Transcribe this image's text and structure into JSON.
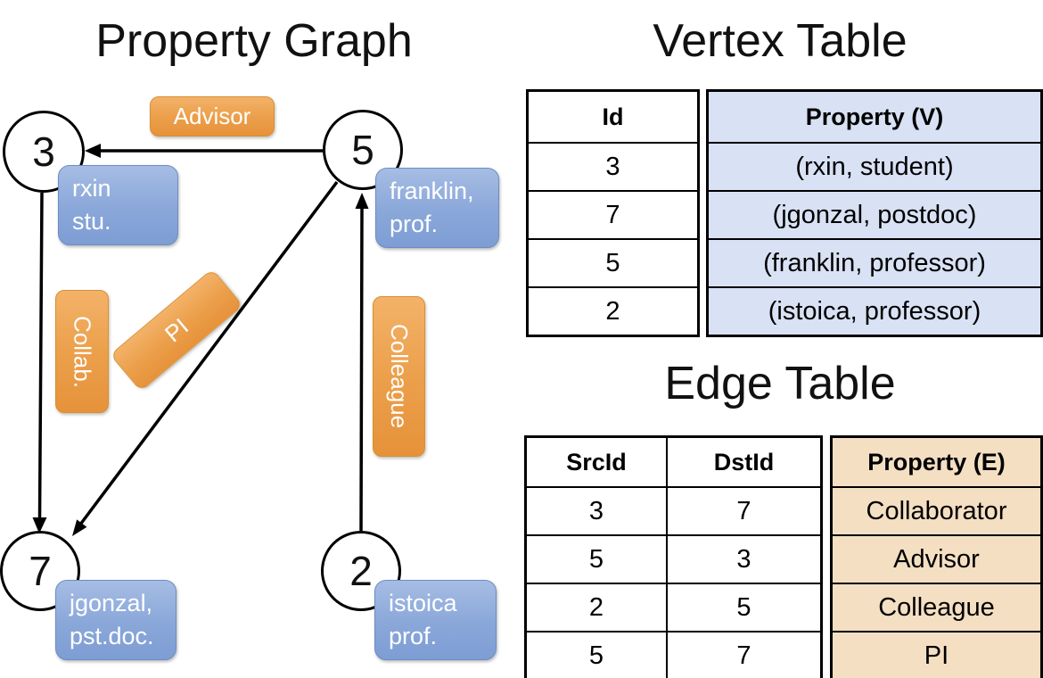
{
  "graph_panel": {
    "title": "Property Graph",
    "vertices": [
      {
        "id": "3",
        "label": "rxin\nstu."
      },
      {
        "id": "5",
        "label": "franklin,\nprof."
      },
      {
        "id": "7",
        "label": "jgonzal,\npst.doc."
      },
      {
        "id": "2",
        "label": "istoica\nprof."
      }
    ],
    "edge_labels": {
      "advisor": "Advisor",
      "collab": "Collab.",
      "pi": "PI",
      "colleague": "Colleague"
    }
  },
  "vertex_table": {
    "title": "Vertex Table",
    "columns": [
      "Id",
      "Property (V)"
    ],
    "rows": [
      [
        "3",
        "(rxin, student)"
      ],
      [
        "7",
        "(jgonzal, postdoc)"
      ],
      [
        "5",
        "(franklin, professor)"
      ],
      [
        "2",
        "(istoica, professor)"
      ]
    ]
  },
  "edge_table": {
    "title": "Edge Table",
    "columns": [
      "SrcId",
      "DstId",
      "Property (E)"
    ],
    "rows": [
      [
        "3",
        "7",
        "Collaborator"
      ],
      [
        "5",
        "3",
        "Advisor"
      ],
      [
        "2",
        "5",
        "Colleague"
      ],
      [
        "5",
        "7",
        "PI"
      ]
    ]
  },
  "colors": {
    "vertex_label_fill": "#8aa7d9",
    "vertex_label_border": "#6d8cc4",
    "edge_label_fill": "#eca04c",
    "edge_label_border": "#d88f2f",
    "vertex_property_column_fill": "#d9e2f4",
    "edge_property_column_fill": "#f4dfc3",
    "line_color": "#000000"
  }
}
